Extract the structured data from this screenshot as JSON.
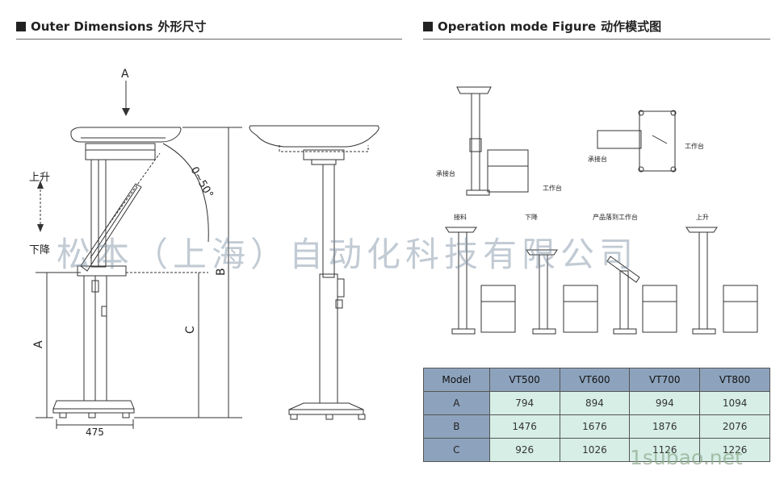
{
  "left_section": {
    "title": "Outer Dimensions",
    "title_cn": "外形尺寸"
  },
  "right_section": {
    "title": "Operation mode Figure",
    "title_cn": "动作模式图"
  },
  "dimensions": {
    "a_arrow": "A",
    "up": "上升",
    "down": "下降",
    "angle": "0~50°",
    "b": "B",
    "c": "C",
    "a": "A",
    "width": "475"
  },
  "op_labels": {
    "top_receiving": "承接台",
    "top_workbench": "工作台",
    "plan_receiving": "承接台",
    "plan_workbench": "工作台",
    "step1": "接料",
    "step2": "下降",
    "step3": "产品落到工作台",
    "step4": "上升"
  },
  "table": {
    "headers": [
      "Model",
      "VT500",
      "VT600",
      "VT700",
      "VT800"
    ],
    "rows": [
      {
        "label": "A",
        "values": [
          "794",
          "894",
          "994",
          "1094"
        ]
      },
      {
        "label": "B",
        "values": [
          "1476",
          "1676",
          "1876",
          "2076"
        ]
      },
      {
        "label": "C",
        "values": [
          "926",
          "1026",
          "1126",
          "1226"
        ]
      }
    ]
  },
  "watermark": "松本（上海）自动化科技有限公司",
  "watermark2": "1subao.net"
}
